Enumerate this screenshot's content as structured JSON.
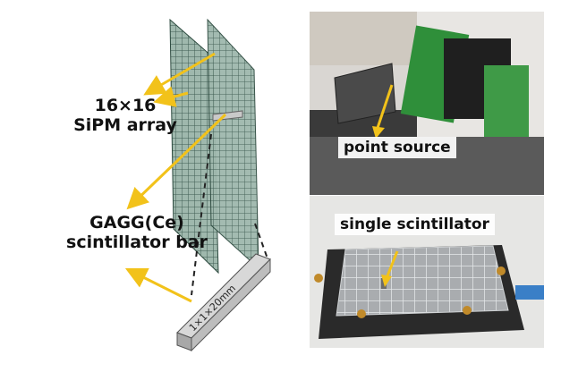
{
  "diagram": {
    "array_label_line1": "16×16",
    "array_label_line2": "SiPM array",
    "crystal_label_line1": "GAGG(Ce)",
    "crystal_label_line2": "scintillator bar",
    "bar_dimension_text": "1×1×20mm",
    "arrow_color": "#f2c21a"
  },
  "photos": {
    "top_label": "point source",
    "bottom_label": "single scintillator",
    "arrow_color": "#f2c21a"
  }
}
